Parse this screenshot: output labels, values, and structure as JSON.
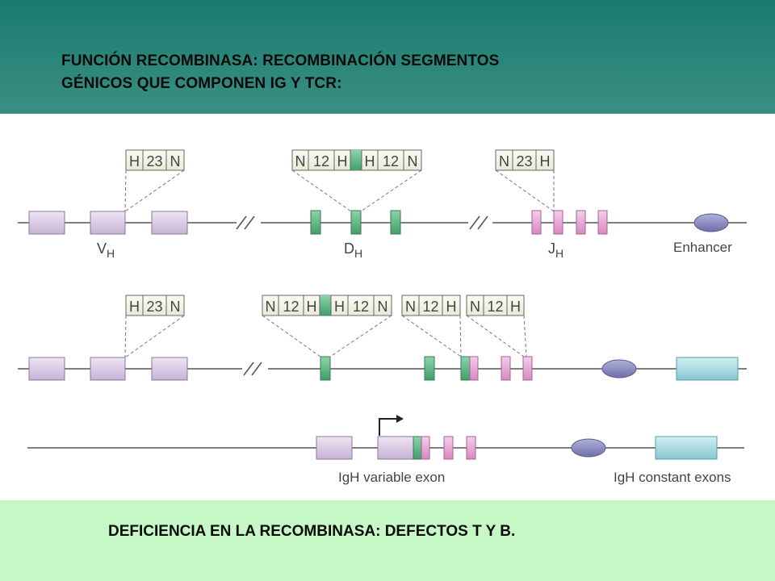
{
  "title": {
    "line1": "FUNCIÓN RECOMBINASA: RECOMBINACIÓN SEGMENTOS",
    "line2": "GÉNICOS QUE COMPONEN IG Y TCR:"
  },
  "footer": "DEFICIENCIA EN LA RECOMBINASA: DEFECTOS T Y B.",
  "labels": {
    "vh_main": "V",
    "vh_sub": "H",
    "dh_main": "D",
    "dh_sub": "H",
    "jh_main": "J",
    "jh_sub": "H",
    "enhancer": "Enhancer",
    "variable_exon": "IgH variable exon",
    "constant_exons": "IgH constant exons"
  },
  "rss": {
    "h": "H",
    "n": "N",
    "s23": "23",
    "s12": "12"
  },
  "colors": {
    "top_band": "#1b7a70",
    "bottom_band": "#c6f8c6",
    "v_segment": "#d9c8e4",
    "d_segment": "#5fb884",
    "j_segment": "#e9a3d2",
    "enhancer": "#8e8ec2",
    "constant": "#a9dde6",
    "line": "#555555"
  }
}
